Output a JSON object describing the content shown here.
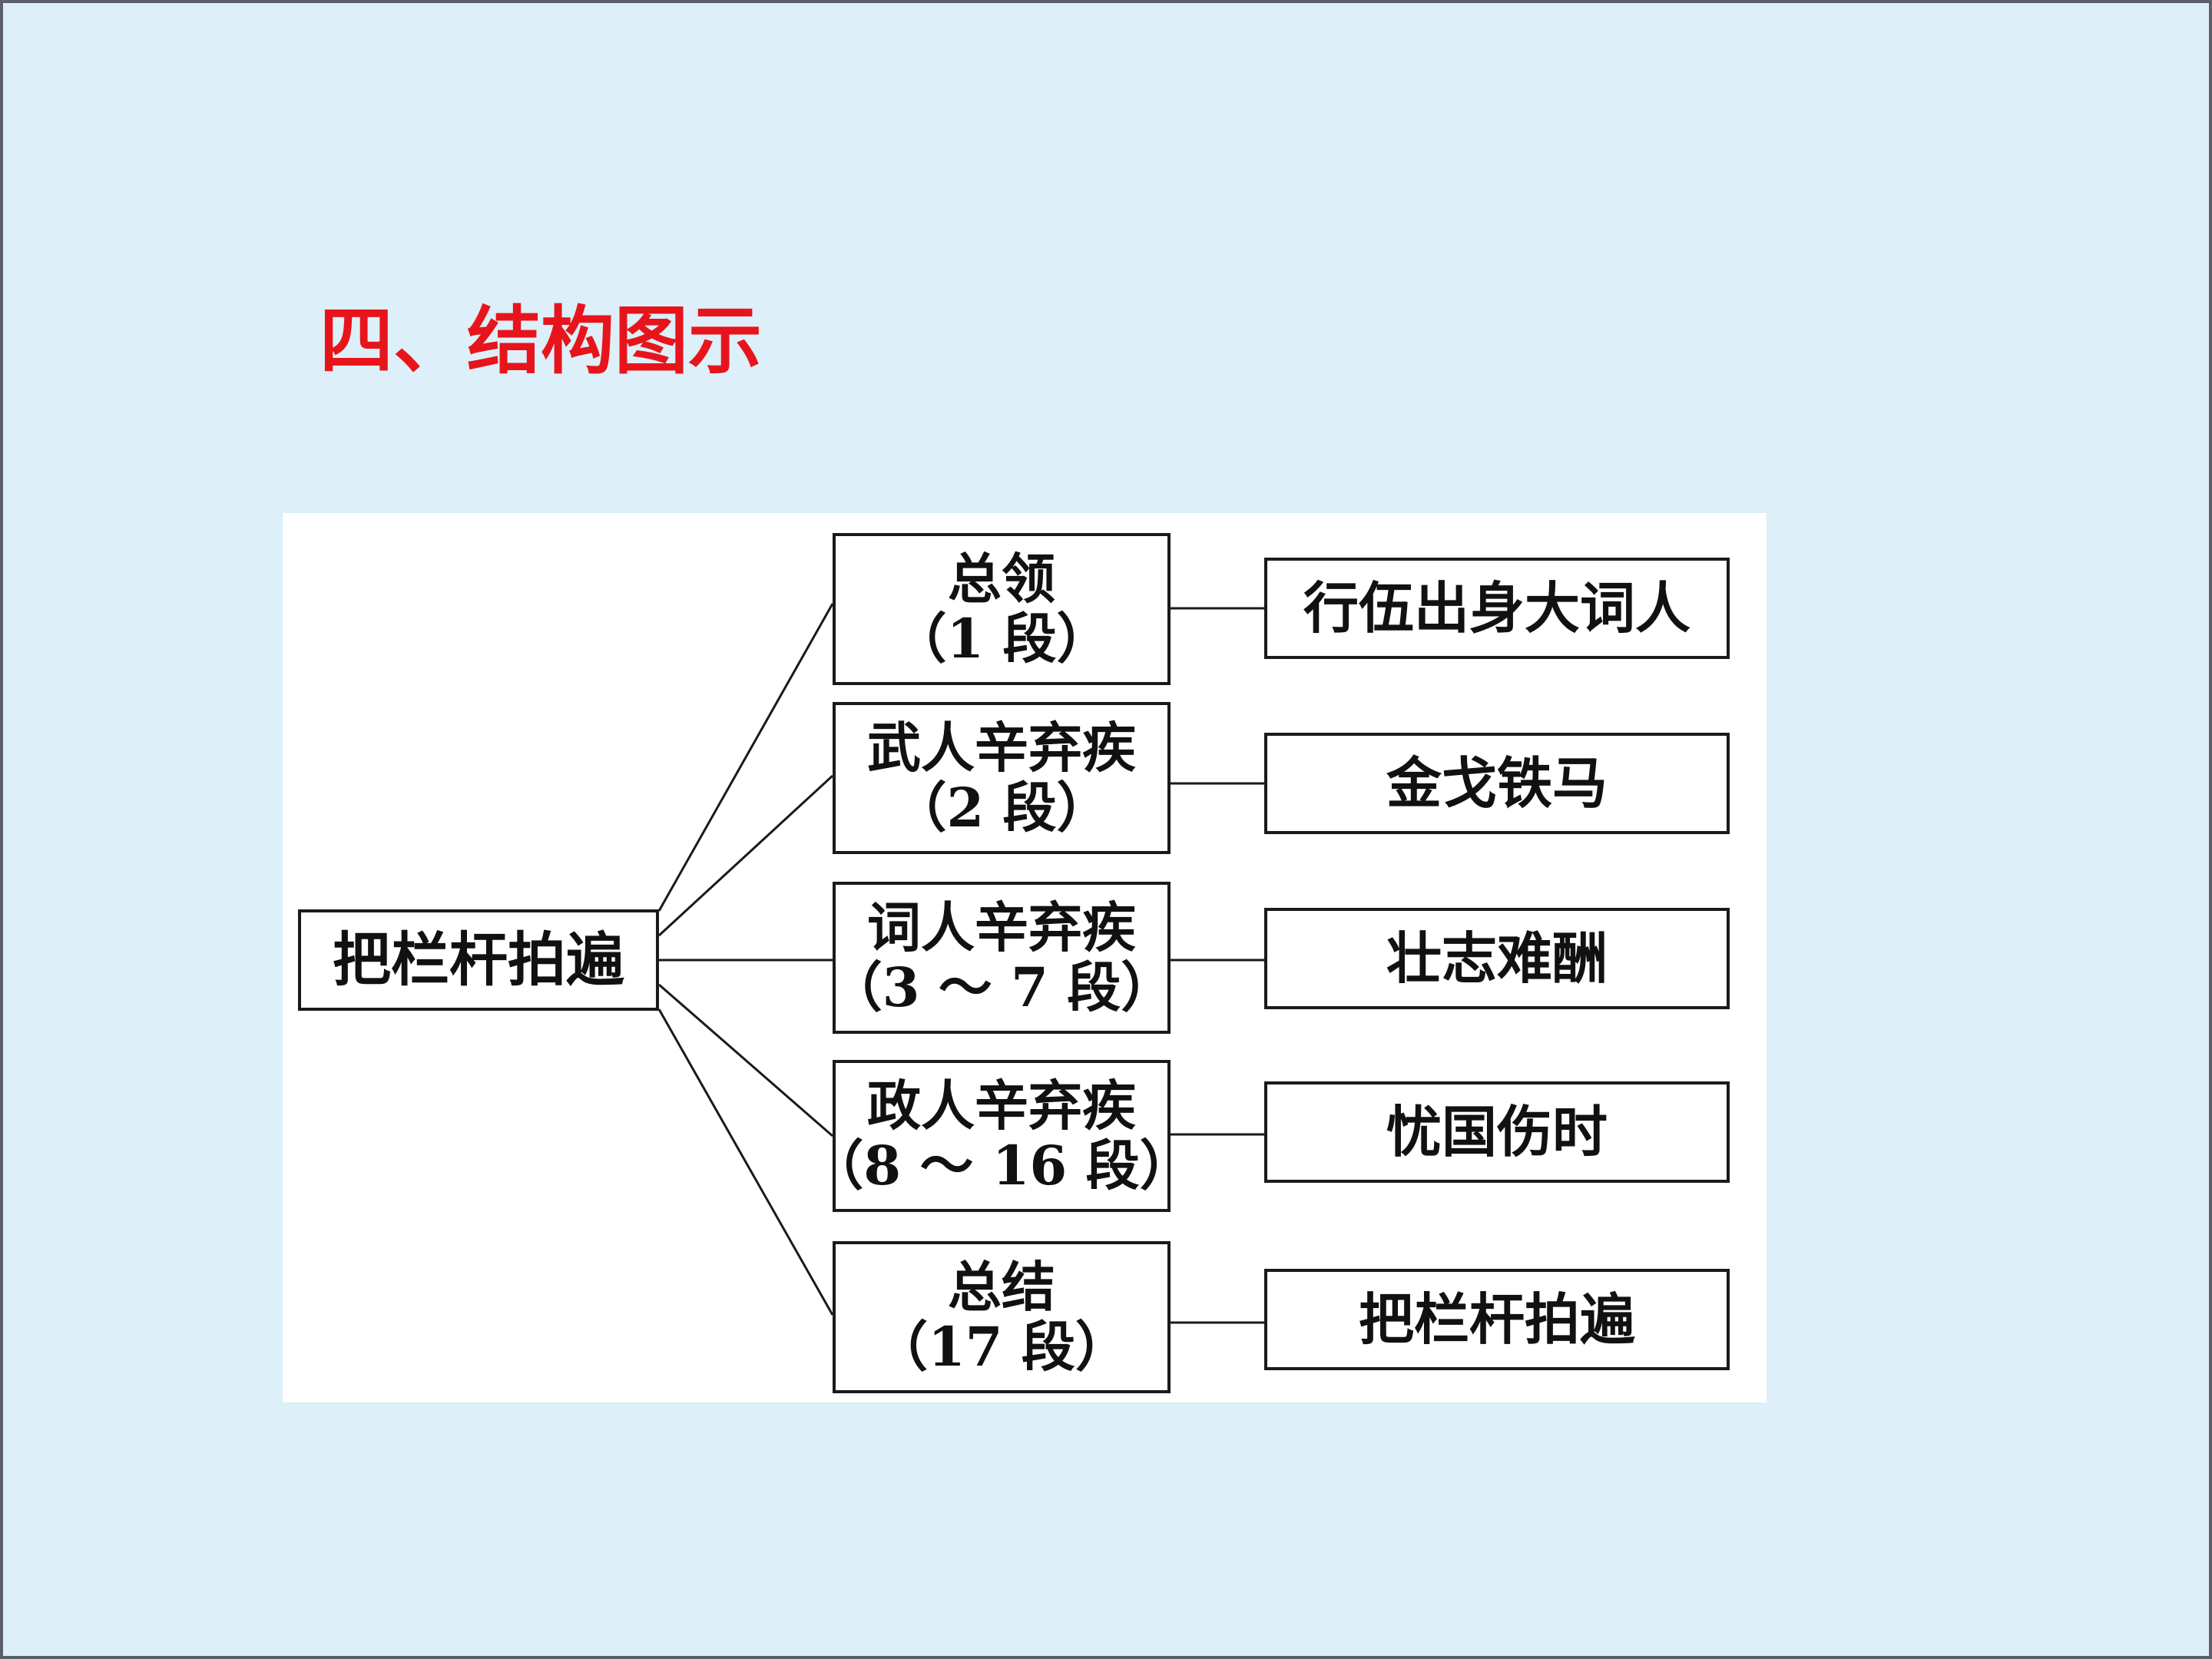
{
  "title": "四、结构图示",
  "colors": {
    "background": "#ddeff8",
    "title": "#e8141c",
    "panel": "#ffffff",
    "border": "#1a1a1a"
  },
  "diagram": {
    "root": {
      "label": "把栏杆拍遍"
    },
    "branches": [
      {
        "line1": "总领",
        "line2": "（1 段）",
        "summary": "行伍出身大词人"
      },
      {
        "line1": "武人辛弃疾",
        "line2": "（2 段）",
        "summary": "金戈铁马"
      },
      {
        "line1": "词人辛弃疾",
        "line2": "（3 ～ 7 段）",
        "summary": "壮志难酬"
      },
      {
        "line1": "政人辛弃疾",
        "line2": "（8 ～ 16 段）",
        "summary": "忧国伤时"
      },
      {
        "line1": "总结",
        "line2": "（17 段）",
        "summary": "把栏杆拍遍"
      }
    ]
  }
}
